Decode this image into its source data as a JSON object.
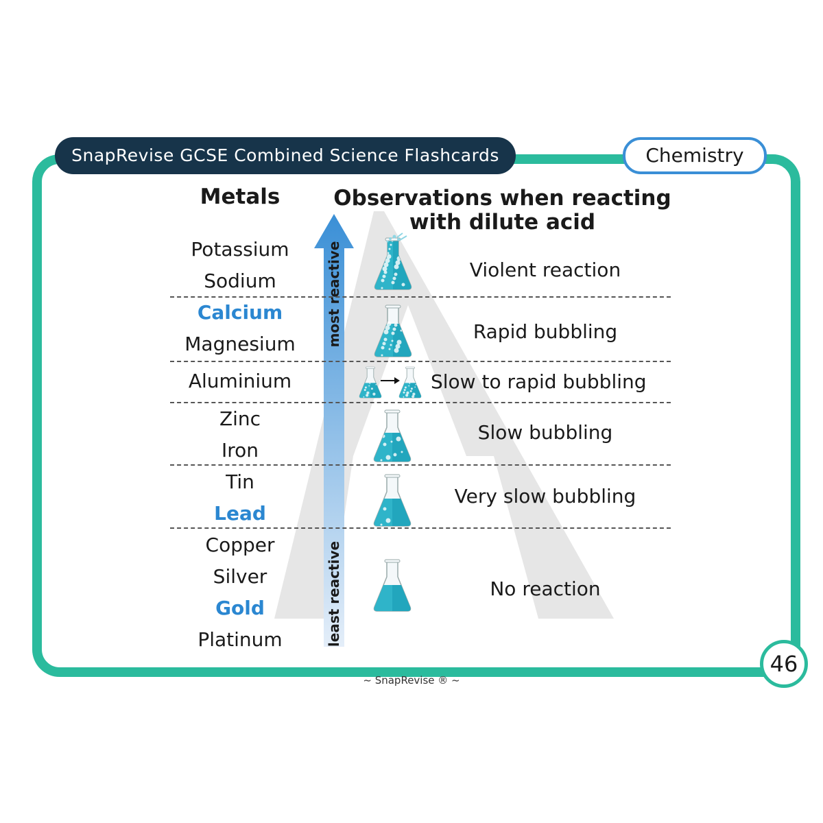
{
  "header": {
    "title": "SnapRevise GCSE Combined Science Flashcards",
    "subject": "Chemistry"
  },
  "columns": {
    "metals": "Metals",
    "observations": "Observations when reacting with dilute acid"
  },
  "arrow": {
    "top_label": "most reactive",
    "bottom_label": "least reactive"
  },
  "metals": [
    {
      "name": "Potassium",
      "highlight": false
    },
    {
      "name": "Sodium",
      "highlight": false
    },
    {
      "name": "Calcium",
      "highlight": true
    },
    {
      "name": "Magnesium",
      "highlight": false
    },
    {
      "name": "Aluminium",
      "highlight": false
    },
    {
      "name": "Zinc",
      "highlight": false
    },
    {
      "name": "Iron",
      "highlight": false
    },
    {
      "name": "Tin",
      "highlight": false
    },
    {
      "name": "Lead",
      "highlight": true
    },
    {
      "name": "Copper",
      "highlight": false
    },
    {
      "name": "Silver",
      "highlight": false
    },
    {
      "name": "Gold",
      "highlight": true
    },
    {
      "name": "Platinum",
      "highlight": false
    }
  ],
  "observations": [
    {
      "text": "Violent reaction",
      "icon": "flask-violent-icon"
    },
    {
      "text": "Rapid bubbling",
      "icon": "flask-rapid-bubbling-icon"
    },
    {
      "text": "Slow to rapid bubbling",
      "icon": "flask-slow-to-rapid-icon"
    },
    {
      "text": "Slow bubbling",
      "icon": "flask-slow-bubbling-icon"
    },
    {
      "text": "Very slow bubbling",
      "icon": "flask-very-slow-icon"
    },
    {
      "text": "No reaction",
      "icon": "flask-no-reaction-icon"
    }
  ],
  "colors": {
    "teal": "#2bbb9d",
    "navy": "#17344a",
    "blue": "#3a8fd6",
    "liquid": "#2fb4c9"
  },
  "page_number": "46",
  "footer": "~ SnapRevise ® ~"
}
